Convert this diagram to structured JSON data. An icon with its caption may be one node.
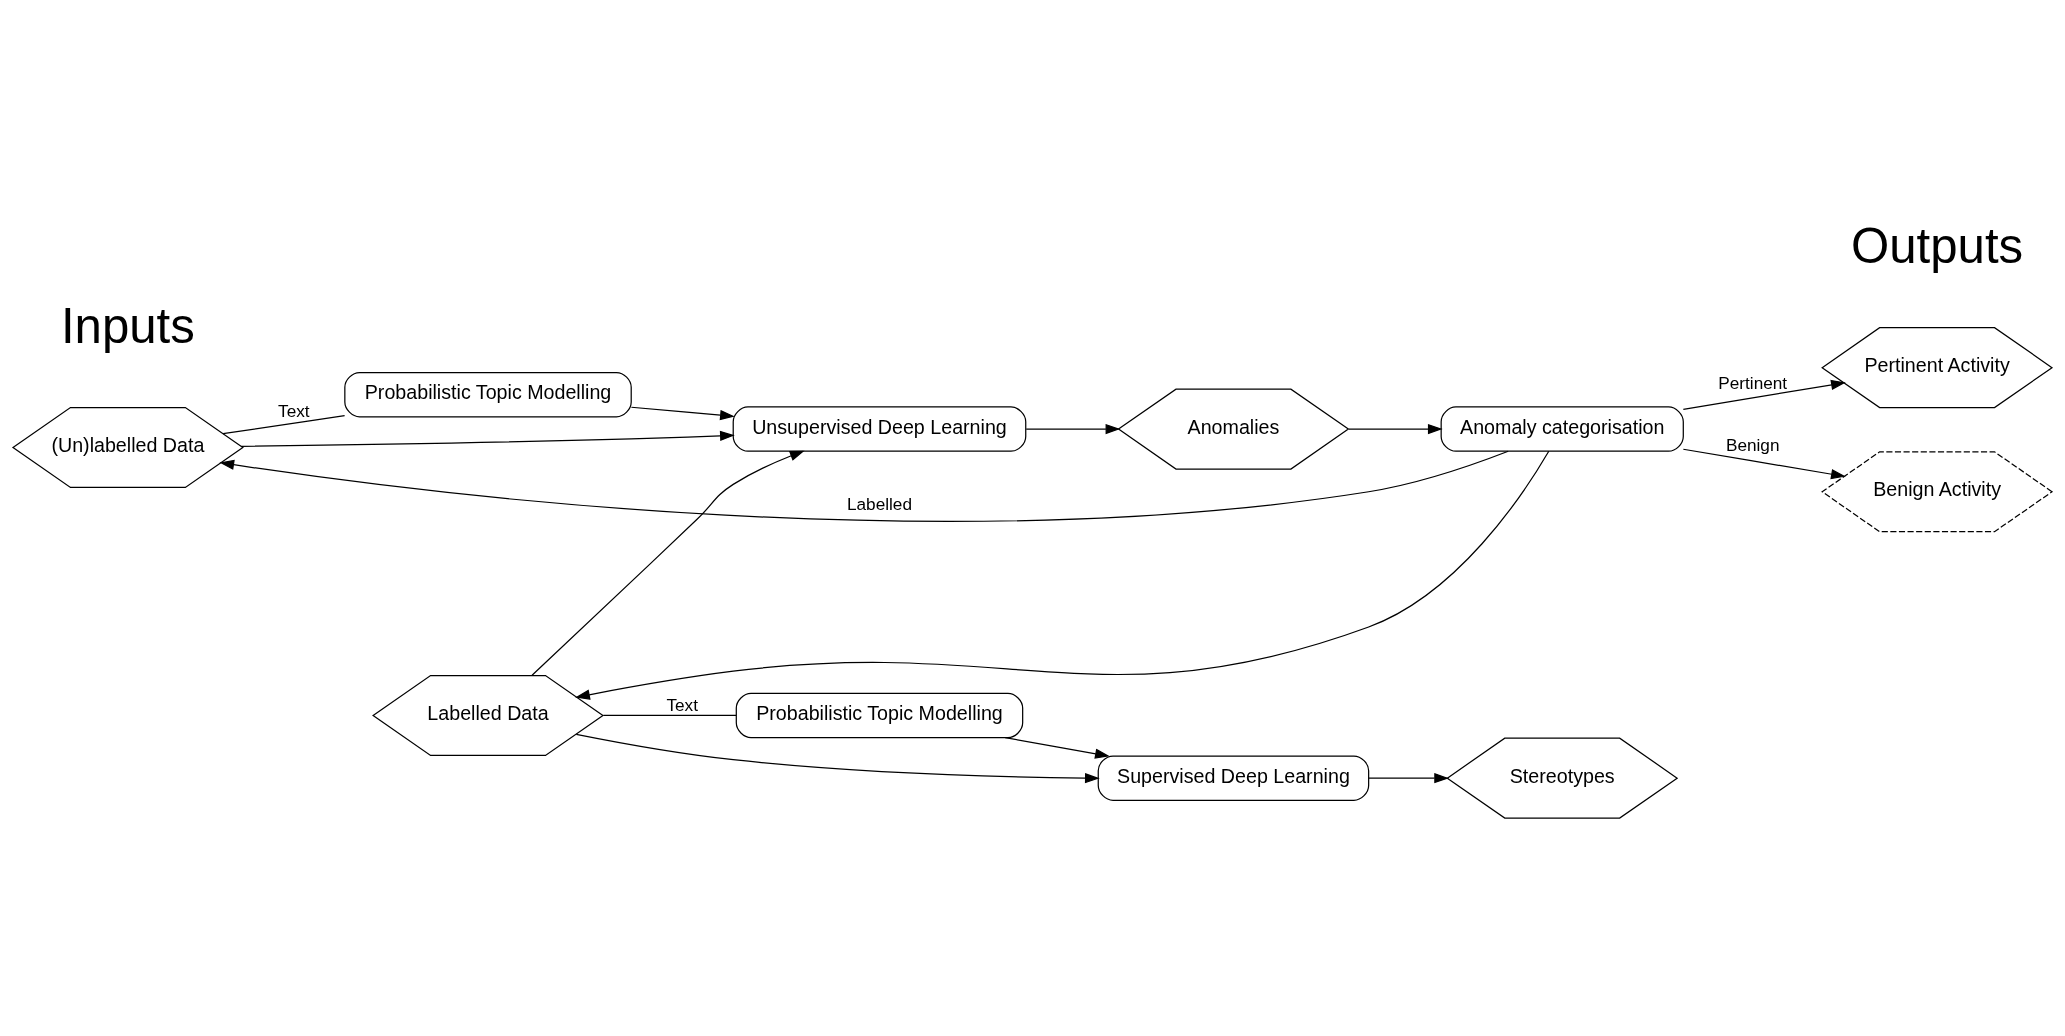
{
  "diagram": {
    "nodes": [
      {
        "text": [
          "(Un)labelled Data"
        ]
      },
      {
        "text": [
          "Probabilistic Topic Modelling"
        ]
      },
      {
        "text": [
          "Unsupervised Deep Learning"
        ]
      },
      {
        "text": [
          "Anomalies"
        ]
      },
      {
        "text": [
          "Anomaly categorisation"
        ]
      },
      {
        "text": [
          "Pertinent Activity"
        ]
      },
      {
        "text": [
          "Benign Activity"
        ]
      },
      {
        "text": [
          "Labelled Data"
        ]
      },
      {
        "text": [
          "Probabilistic Topic Modelling"
        ]
      },
      {
        "text": [
          "Supervised Deep Learning"
        ]
      },
      {
        "text": [
          "Stereotypes"
        ]
      }
    ],
    "edges": [
      {
        "from": 0,
        "to": 2,
        "arrow": "to"
      },
      {
        "from": 0,
        "to": 1,
        "arrow": "none",
        "label": "Text"
      },
      {
        "from": 1,
        "to": 2,
        "arrow": "to"
      },
      {
        "from": 2,
        "to": 3,
        "arrow": "to"
      },
      {
        "from": 3,
        "to": 4,
        "arrow": "to"
      },
      {
        "from": 4,
        "to": 5,
        "arrow": "to",
        "label": "Pertinent"
      },
      {
        "from": 4,
        "to": 6,
        "arrow": "to",
        "label": "Benign"
      },
      {
        "from": 4,
        "to": 0,
        "arrow": "to",
        "label": "Labelled"
      },
      {
        "from": 4,
        "to": 7,
        "arrow": "to"
      },
      {
        "from": 7,
        "to": 2,
        "arrow": "to"
      },
      {
        "from": 7,
        "to": 9,
        "arrow": "to"
      },
      {
        "from": 7,
        "to": 8,
        "arrow": "none",
        "label": "Text"
      },
      {
        "from": 8,
        "to": 9,
        "arrow": "to"
      },
      {
        "from": 9,
        "to": 10,
        "arrow": "to"
      }
    ],
    "labels": [
      "Inputs",
      "Outputs"
    ]
  }
}
